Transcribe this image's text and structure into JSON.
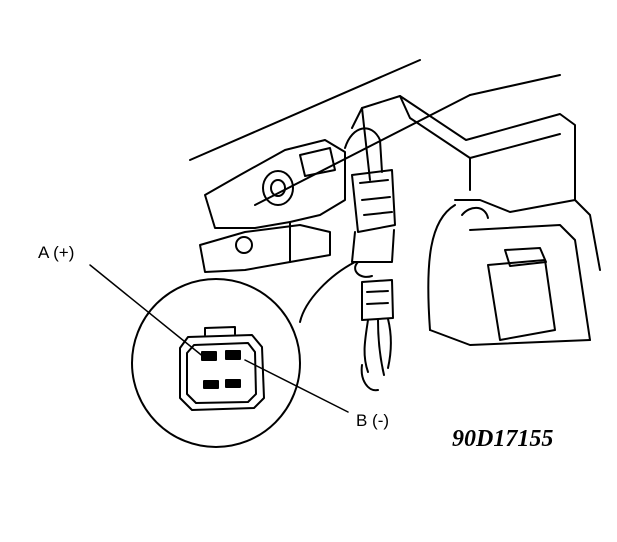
{
  "diagram": {
    "labels": {
      "terminal_a": "A (+)",
      "terminal_b": "B (-)",
      "figure_id": "90D17155"
    },
    "colors": {
      "ink": "#000000",
      "paper": "#ffffff"
    }
  }
}
